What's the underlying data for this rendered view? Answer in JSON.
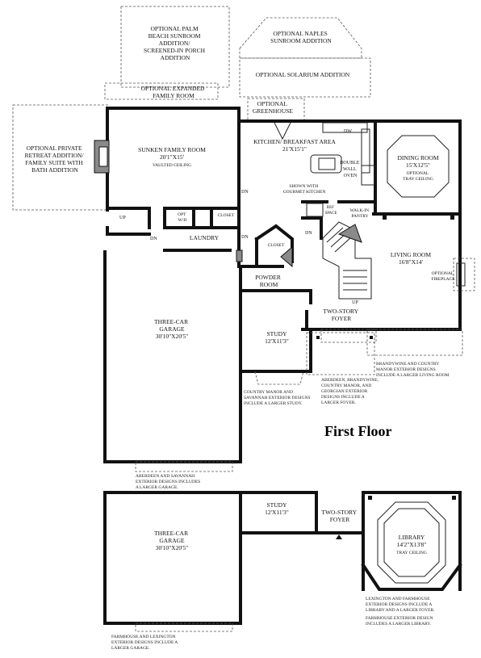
{
  "floor_title": "First Floor",
  "rooms": {
    "sunroom_palm": [
      "OPTIONAL PALM",
      "BEACH SUNROOM",
      "ADDITION/",
      "SCREENED-IN PORCH",
      "ADDITION"
    ],
    "sunroom_naples": [
      "OPTIONAL NAPLES",
      "SUNROOM ADDITION"
    ],
    "solarium": "OPTIONAL SOLARIUM ADDITION",
    "expanded_family": [
      "OPTIONAL EXPANDED",
      "FAMILY ROOM"
    ],
    "greenhouse": [
      "OPTIONAL",
      "GREENHOUSE"
    ],
    "private_retreat": [
      "OPTIONAL PRIVATE",
      "RETREAT ADDITION/",
      "FAMILY SUITE WITH",
      "BATH ADDITION"
    ],
    "family_room": {
      "name": "SUNKEN FAMILY ROOM",
      "dim": "20'1\"X15'",
      "note": "VAULTED CEILING"
    },
    "kitchen": {
      "name": "KITCHEN/ BREAKFAST AREA",
      "dim": "21'X15'1\"",
      "note": [
        "SHOWN WITH",
        "GOURMET KITCHEN"
      ],
      "oven": [
        "DOUBLE",
        "WALL",
        "OVEN"
      ],
      "dw": "DW"
    },
    "dining": {
      "name": "DINING ROOM",
      "dim": "15'X12'5\"",
      "note": [
        "OPTIONAL",
        "TRAY CEILING"
      ]
    },
    "living": {
      "name": "LIVING ROOM",
      "dim": "16'8\"X14'",
      "fireplace": [
        "OPTIONAL",
        "FIREPLACE"
      ]
    },
    "laundry": "LAUNDRY",
    "opt_wd": [
      "OPT",
      "W/D"
    ],
    "closet1": "CLOSET",
    "closet2": "CLOSET",
    "powder": [
      "POWDER",
      "ROOM"
    ],
    "walk_in_pantry": [
      "WALK-IN",
      "PANTRY"
    ],
    "ref": [
      "REF",
      "SPACE"
    ],
    "study": {
      "name": "STUDY",
      "dim": "12'X11'3\""
    },
    "foyer": [
      "TWO-STORY",
      "FOYER"
    ],
    "garage": {
      "name": [
        "THREE-CAR",
        "GARAGE"
      ],
      "dim": "30'10\"X20'5\""
    },
    "study2": {
      "name": "STUDY",
      "dim": "12'X11'3\""
    },
    "foyer2": [
      "TWO-STORY",
      "FOYER"
    ],
    "garage2": {
      "name": [
        "THREE-CAR",
        "GARAGE"
      ],
      "dim": "30'10\"X20'5\""
    },
    "library": {
      "name": "LIBRARY",
      "dim": "14'2\"X13'8\"",
      "note": "TRAY CEILING"
    }
  },
  "markers": {
    "dn": "DN",
    "up": "UP"
  },
  "notes": {
    "brandywine": [
      "BRANDYWINE AND COUNTRY",
      "MANOR EXTERIOR DESIGNS",
      "INCLUDE A LARGER LIVING ROOM"
    ],
    "aberdeen_foyer": [
      "ABERDEEN, BRANDYWINE,",
      "COUNTRY MANOR, AND",
      "GEORGIAN EXTERIOR",
      "DESIGNS INCLUDE A",
      "LARGER FOYER."
    ],
    "country_study": [
      "COUNTRY MANOR AND",
      "SAVANNAH EXTERIOR DESIGNS",
      "INCLUDE A LARGER STUDY."
    ],
    "aberdeen_garage": [
      "ABERDEEN AND SAVANNAH",
      "EXTERIOR DESIGNS INCLUDES",
      "A LARGER GARAGE."
    ],
    "lexington_library": [
      "LEXINGTON AND FARMHOUSE",
      "EXTERIOR DESIGNS INCLUDE A",
      "LIBRARY AND A LARGER FOYER."
    ],
    "farmhouse_library": [
      "FARMHOUSE EXTERIOR DESIGN",
      "INCLUDES A LARGER LIBRARY."
    ],
    "farmhouse_garage": [
      "FARMHOUSE AND LEXINGTON",
      "EXTERIOR DESIGNS INCLUDE A",
      "LARGER GARAGE."
    ]
  }
}
